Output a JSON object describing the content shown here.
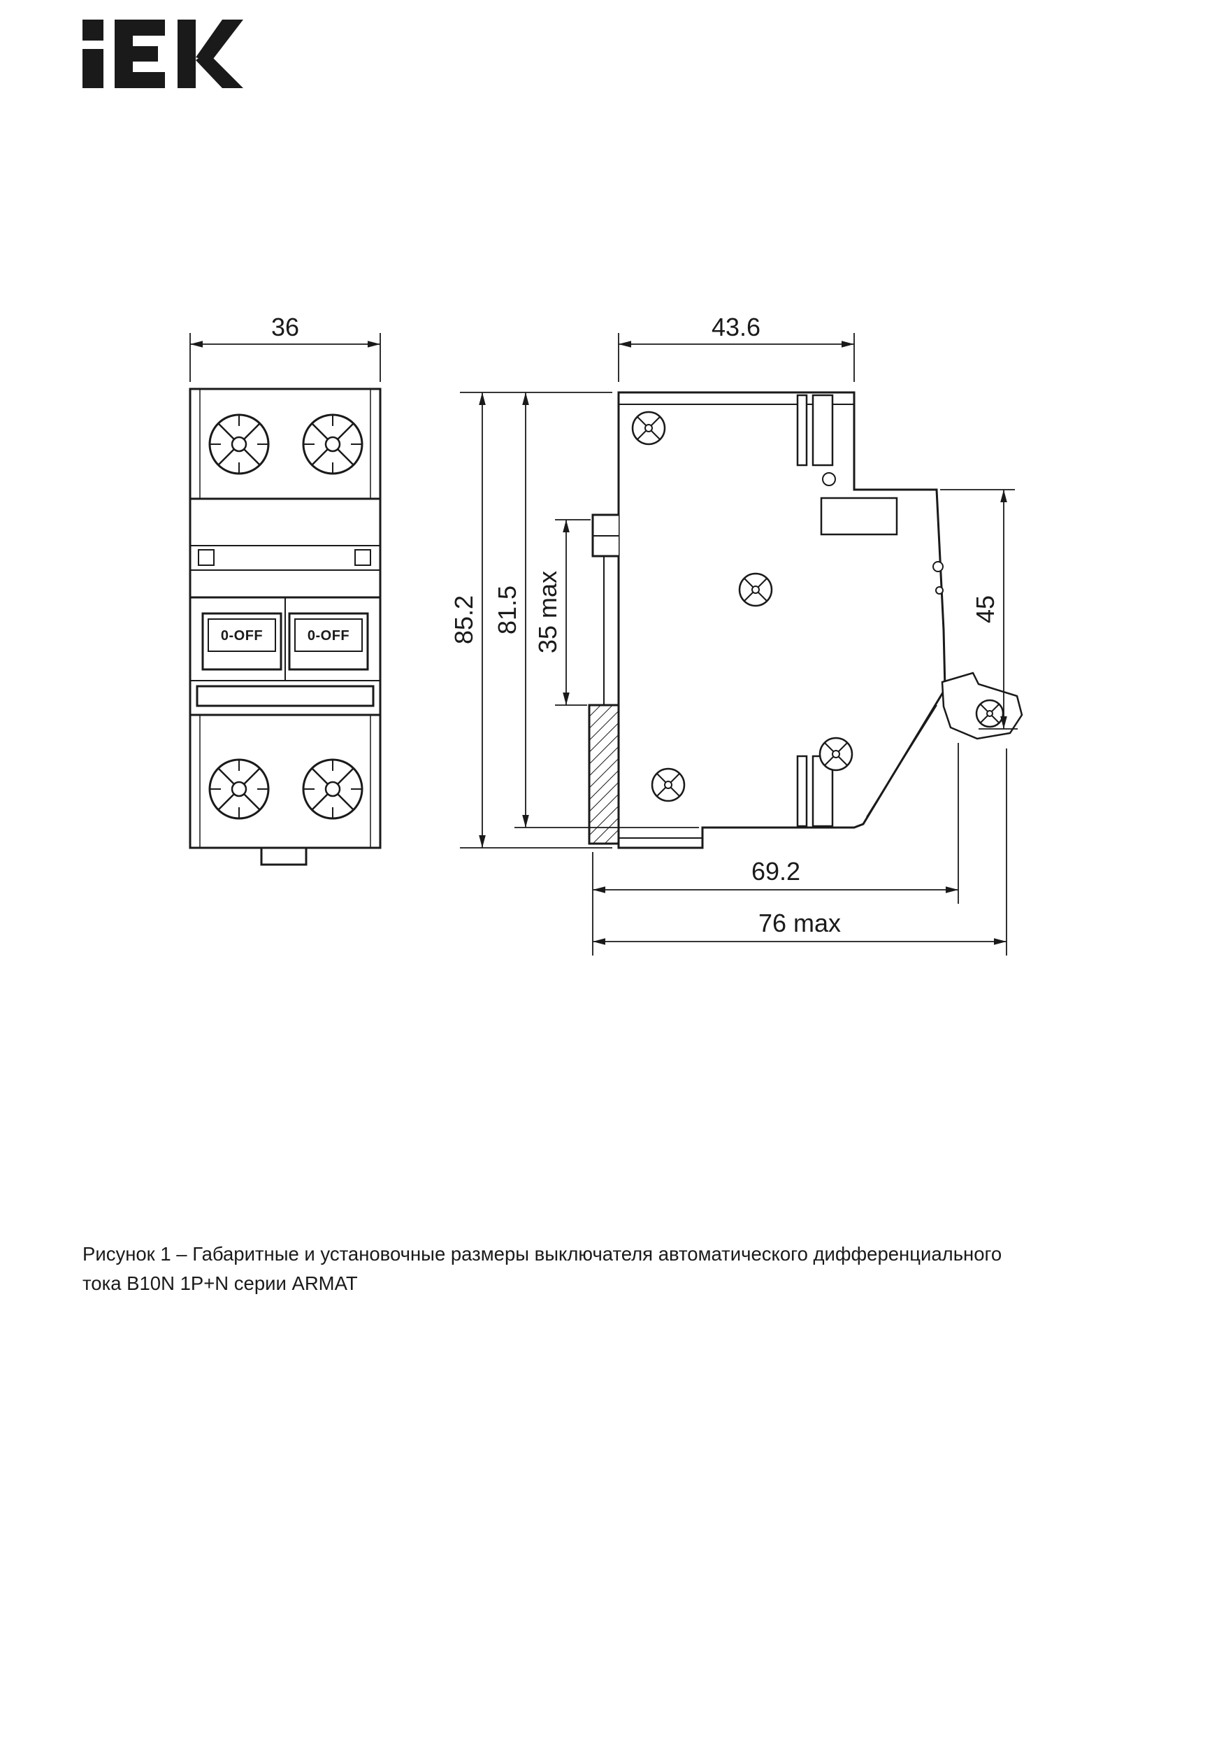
{
  "brand": {
    "logo_text": "iEK"
  },
  "dimensions": {
    "front_width": "36",
    "side_width": "43.6",
    "height_full": "85.2",
    "height_body": "81.5",
    "din_rail": "35 max",
    "latch_height": "45",
    "depth_mount": "69.2",
    "depth_max": "76 max"
  },
  "front_view": {
    "rocker_left_label": "0-OFF",
    "rocker_right_label": "0-OFF"
  },
  "figure": {
    "caption_line1": "Рисунок 1 – Габаритные и установочные размеры выключателя автоматического дифференциального",
    "caption_line2": "тока B10N 1P+N серии ARMAT"
  }
}
